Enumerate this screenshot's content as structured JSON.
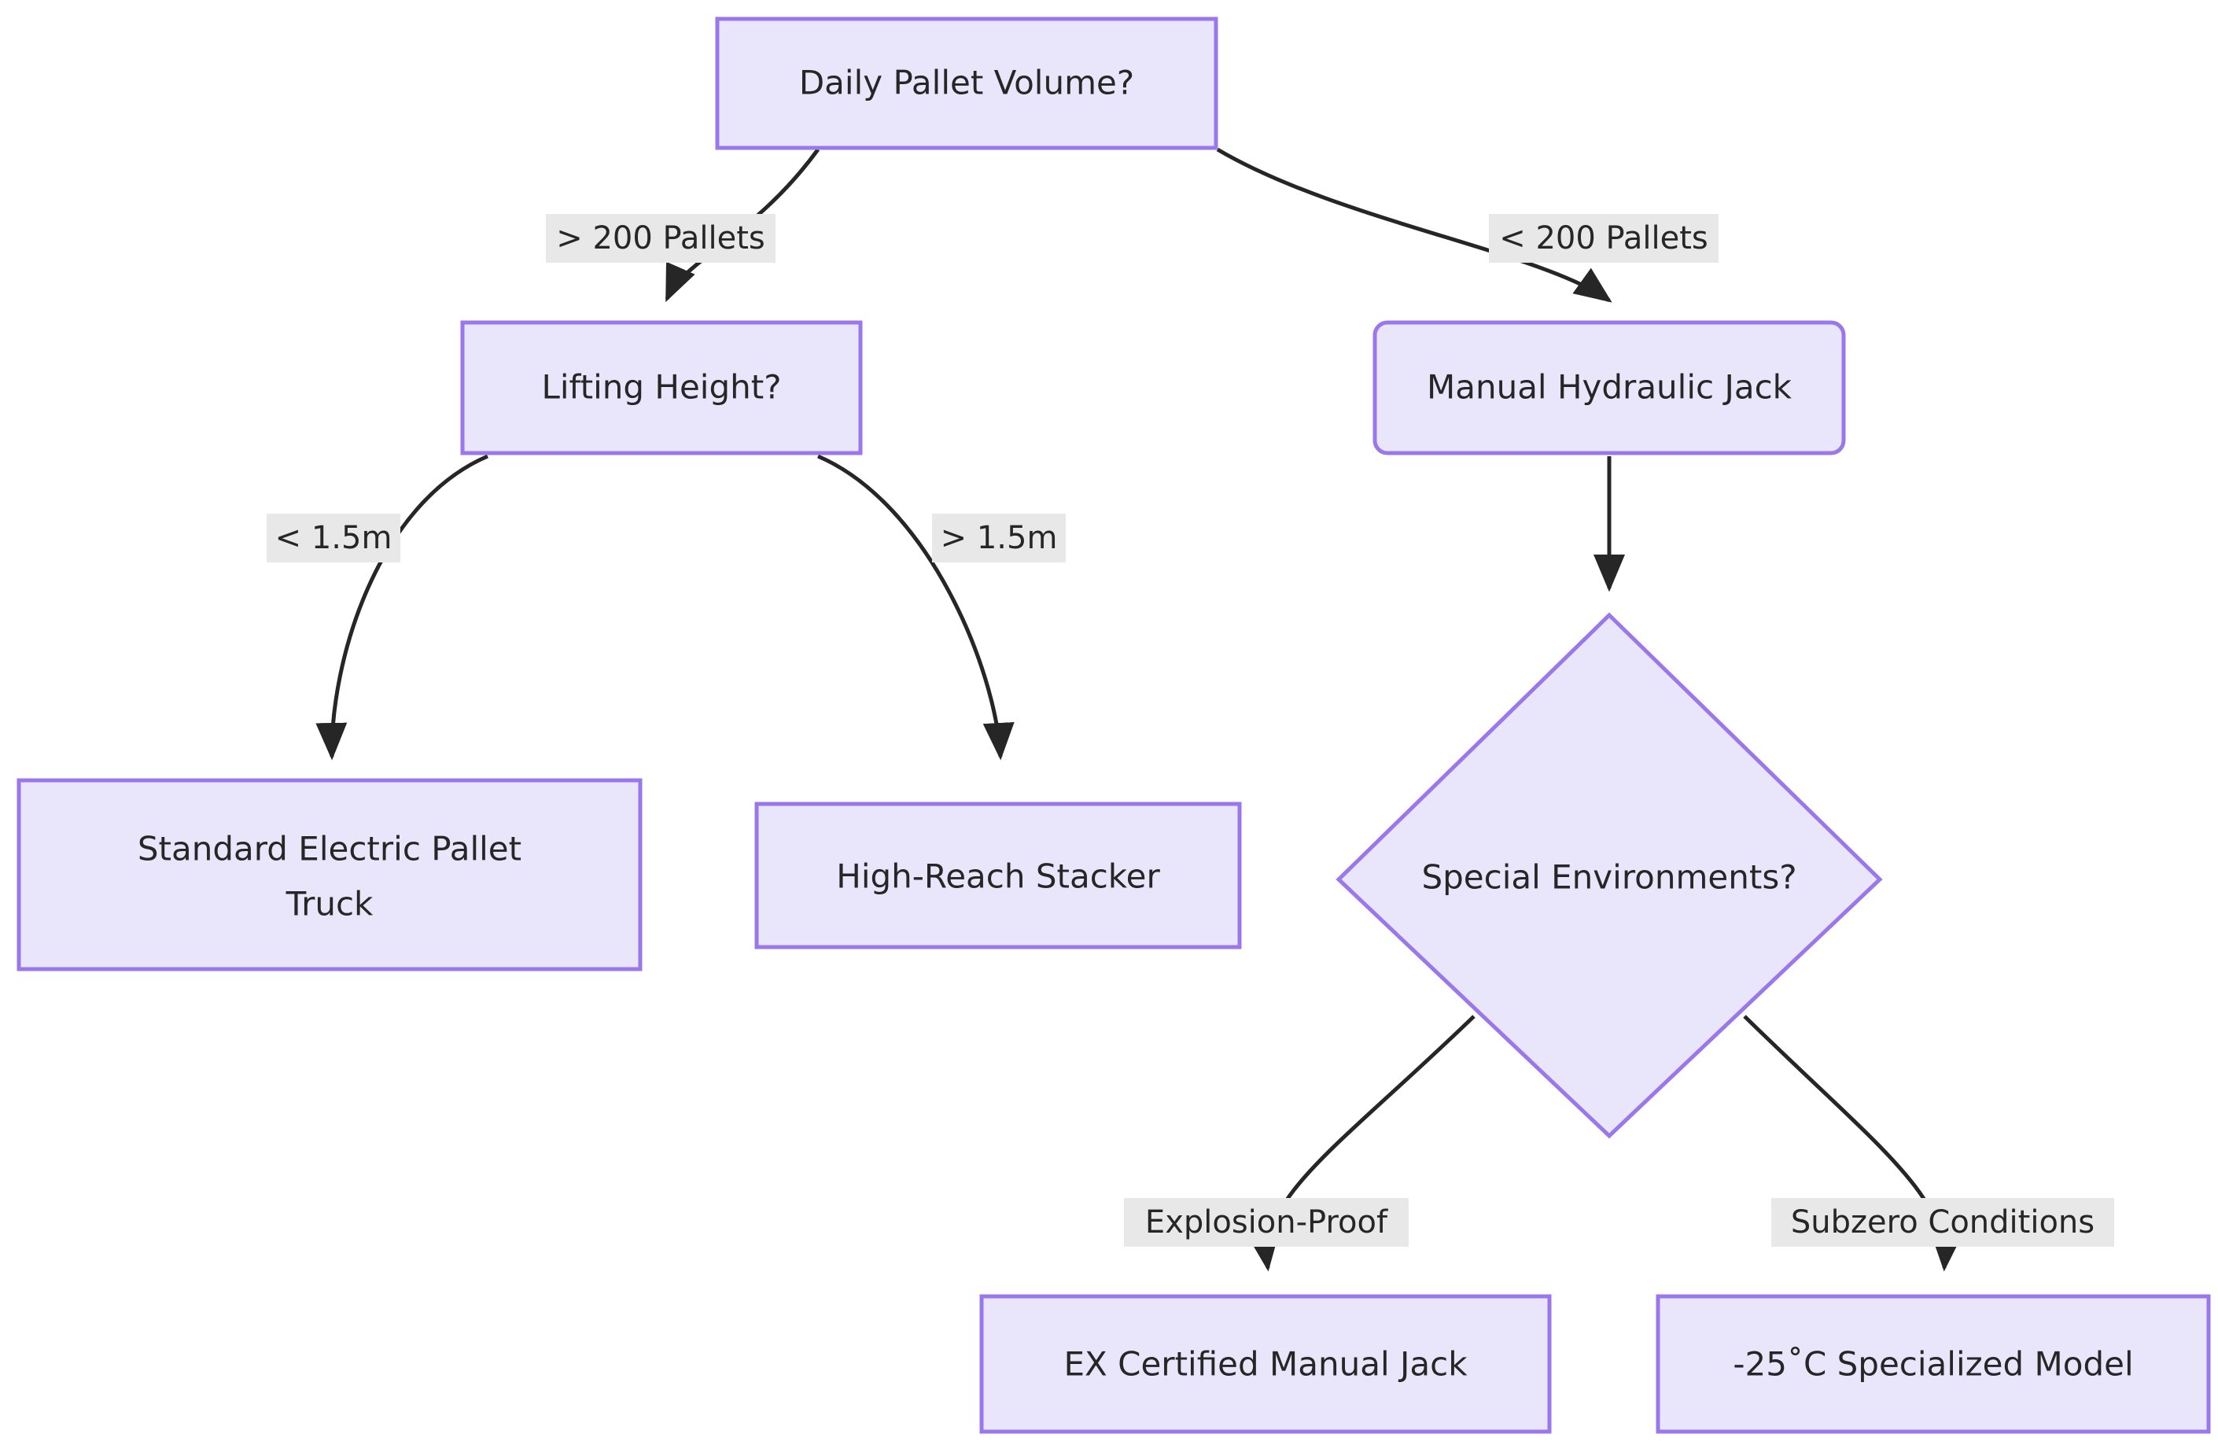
{
  "diagram": {
    "type": "flowchart",
    "orientation": "top-down",
    "background_color": "#ffffff",
    "node_fill_color": "#E9E6FB",
    "node_border_color": "#9A77EA",
    "edge_color": "#262626",
    "edge_label_bg_color": "#E8E8E8",
    "text_color": "#262626",
    "nodes": [
      {
        "id": "root",
        "label": "Daily Pallet Volume?",
        "shape": "rect"
      },
      {
        "id": "lifting",
        "label": "Lifting Height?",
        "shape": "rect"
      },
      {
        "id": "manual",
        "label": "Manual Hydraulic Jack",
        "shape": "rounded-rect"
      },
      {
        "id": "standard1",
        "label": "Standard Electric Pallet",
        "shape": "rect"
      },
      {
        "id": "standard2",
        "label": "Truck",
        "shape": "rect"
      },
      {
        "id": "stacker",
        "label": "High-Reach Stacker",
        "shape": "rect"
      },
      {
        "id": "special",
        "label": "Special Environments?",
        "shape": "diamond"
      },
      {
        "id": "exjack",
        "label": "EX Certified Manual Jack",
        "shape": "rect"
      },
      {
        "id": "subzero",
        "label": "-25˚C Specialized Model",
        "shape": "rect"
      }
    ],
    "edges": [
      {
        "from": "root",
        "to": "lifting",
        "label": "> 200 Pallets"
      },
      {
        "from": "root",
        "to": "manual",
        "label": "< 200 Pallets"
      },
      {
        "from": "lifting",
        "to": "standard1",
        "label": "< 1.5m"
      },
      {
        "from": "lifting",
        "to": "stacker",
        "label": "> 1.5m"
      },
      {
        "from": "manual",
        "to": "special",
        "label": ""
      },
      {
        "from": "special",
        "to": "exjack",
        "label": "Explosion-Proof"
      },
      {
        "from": "special",
        "to": "subzero",
        "label": "Subzero Conditions"
      }
    ]
  }
}
